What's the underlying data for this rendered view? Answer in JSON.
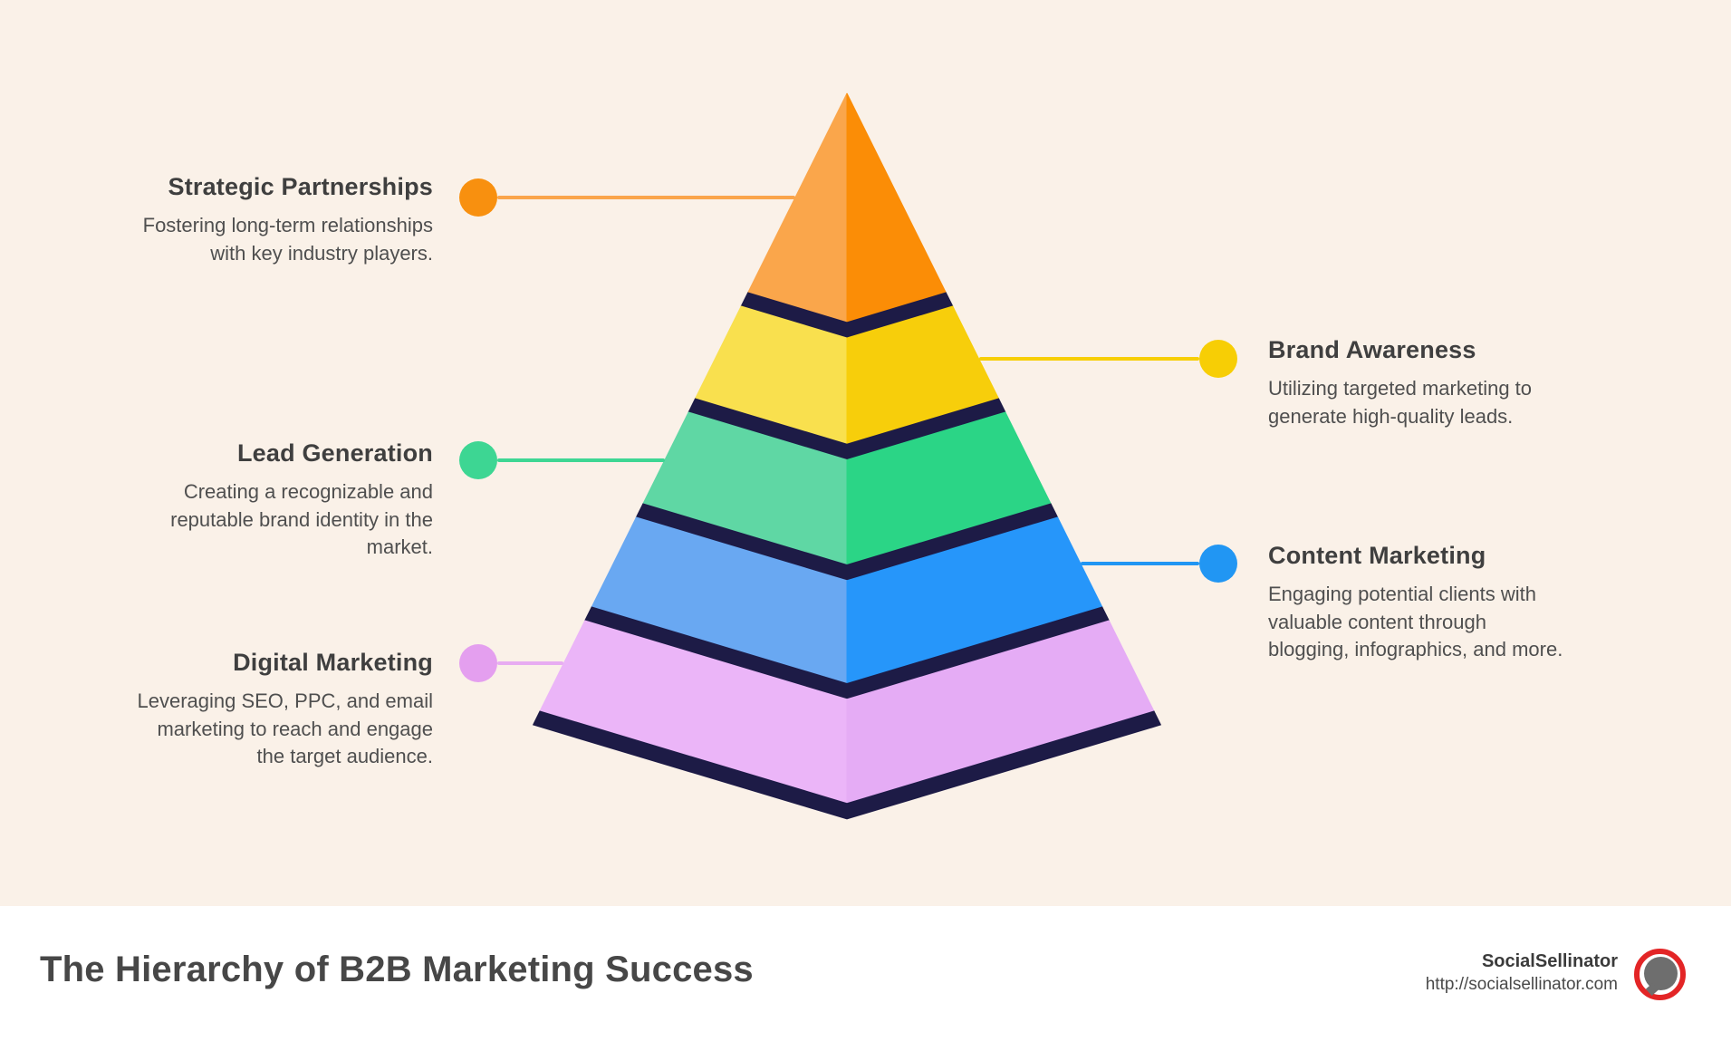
{
  "title": "The Hierarchy of B2B Marketing Success",
  "brand": {
    "name": "SocialSellinator",
    "url": "http://socialsellinator.com"
  },
  "colors": {
    "background": "#FAF1E8",
    "separator": "#1D1B46",
    "footer_background": "#FFFFFF",
    "heading_text": "#3F3F3F",
    "body_text": "#4F4F4F",
    "footer_title_text": "#474747",
    "logo_ring": "#E32526",
    "logo_bubble": "#6E6E6E"
  },
  "tiers": [
    {
      "label": "Strategic Partnerships",
      "description": "Fostering long-term relationships\nwith key industry players.",
      "side": "left",
      "face_light": "#FAA64B",
      "face_dark": "#FB8D06",
      "accent": "#F8900F",
      "line_color": "#FAA54B"
    },
    {
      "label": "Brand Awareness",
      "description": "Utilizing targeted marketing to\ngenerate high-quality leads.",
      "side": "right",
      "face_light": "#F9E04E",
      "face_dark": "#F7CE0B",
      "accent": "#F7CE05",
      "line_color": "#F7CE05"
    },
    {
      "label": "Lead Generation",
      "description": "Creating a recognizable and\nreputable brand identity in the\nmarket.",
      "side": "left",
      "face_light": "#5FD7A4",
      "face_dark": "#2BD586",
      "accent": "#3DD693",
      "line_color": "#3DD693"
    },
    {
      "label": "Content Marketing",
      "description": "Engaging potential clients with\nvaluable content through\nblogging, infographics, and more.",
      "side": "right",
      "face_light": "#69A8F2",
      "face_dark": "#2696FA",
      "accent": "#2196F3",
      "line_color": "#2196F3"
    },
    {
      "label": "Digital Marketing",
      "description": "Leveraging SEO, PPC, and email\nmarketing to reach and engage\nthe target audience.",
      "side": "left",
      "face_light": "#EBB5F8",
      "face_dark": "#E5ACF5",
      "accent": "#E49FEF",
      "line_color": "#E8ACF2"
    }
  ]
}
